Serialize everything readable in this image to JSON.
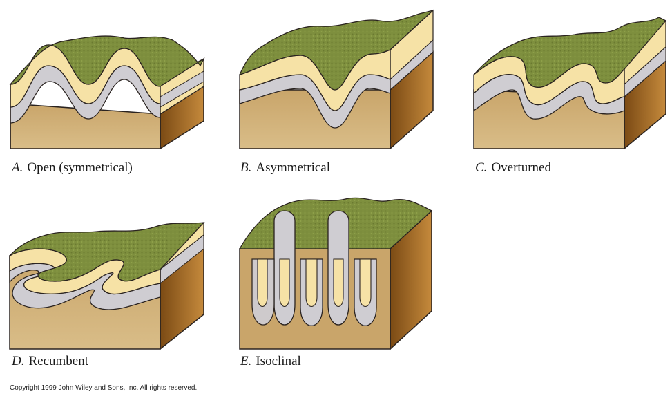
{
  "figures": [
    {
      "letter": "A.",
      "label": "Open (symmetrical)"
    },
    {
      "letter": "B.",
      "label": "Asymmetrical"
    },
    {
      "letter": "C.",
      "label": "Overturned"
    },
    {
      "letter": "D.",
      "label": "Recumbent"
    },
    {
      "letter": "E.",
      "label": "Isoclinal"
    }
  ],
  "copyright": "Copyright 1999 John Wiley and Sons, Inc. All rights reserved.",
  "colors": {
    "grass": "#7e8f3e",
    "grass_dark": "#5f6f2a",
    "sand": "#d2b27a",
    "sand_side": "#a36a22",
    "yellow_layer": "#f6e2a6",
    "gray_layer": "#cfcdd2",
    "outline": "#2a2320"
  }
}
